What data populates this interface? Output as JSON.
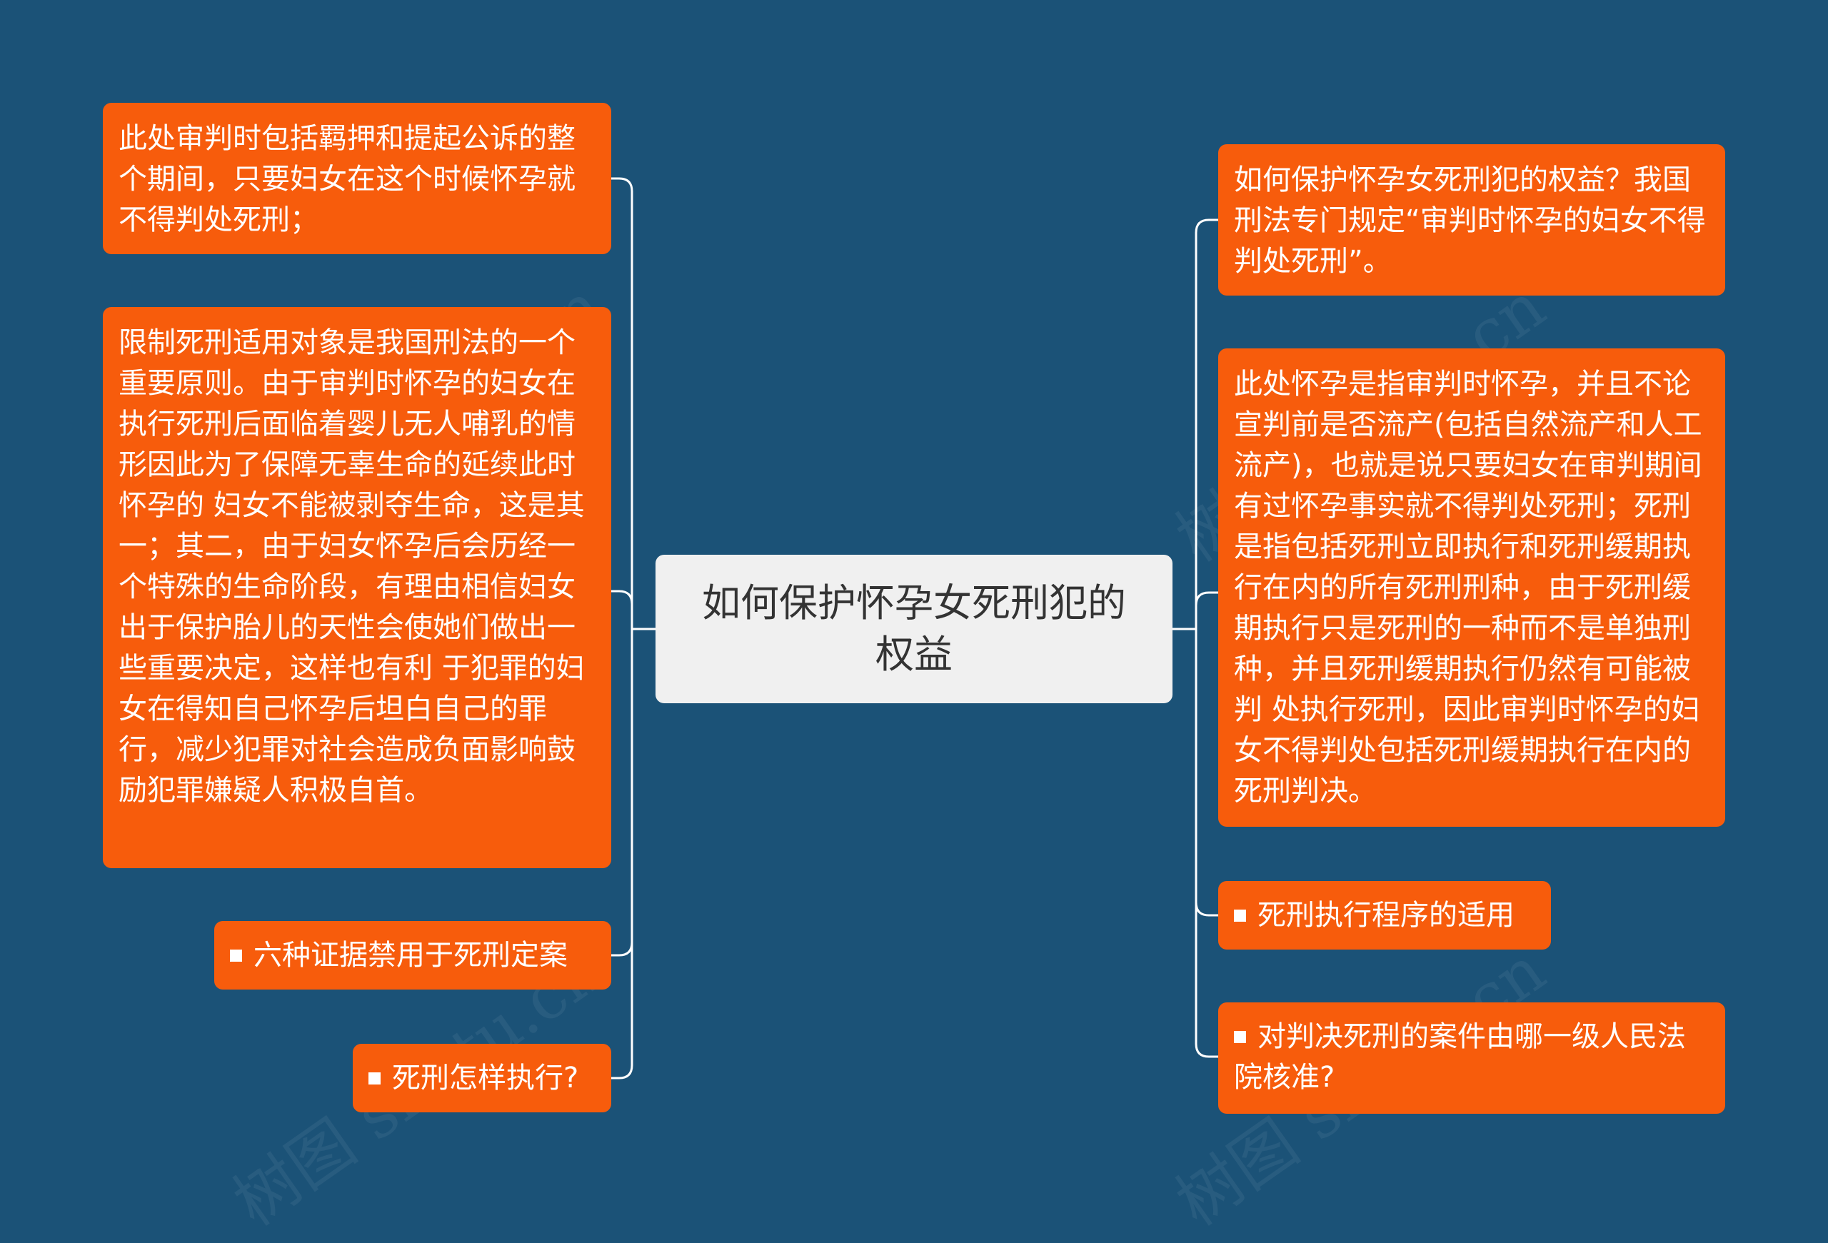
{
  "center": {
    "title": "如何保护怀孕女死刑犯的权益"
  },
  "left_nodes": [
    {
      "text": "此处审判时包括羁押和提起公诉的整个期间，只要妇女在这个时候怀孕就不得判处死刑；"
    },
    {
      "text": "限制死刑适用对象是我国刑法的一个重要原则。由于审判时怀孕的妇女在执行死刑后面临着婴儿无人哺乳的情形因此为了保障无辜生命的延续此时怀孕的 妇女不能被剥夺生命，这是其一；其二，由于妇女怀孕后会历经一个特殊的生命阶段，有理由相信妇女出于保护胎儿的天性会使她们做出一些重要决定，这样也有利 于犯罪的妇女在得知自己怀孕后坦白自己的罪行，减少犯罪对社会造成负面影响鼓励犯罪嫌疑人积极自首。"
    },
    {
      "text": "六种证据禁用于死刑定案"
    },
    {
      "text": "死刑怎样执行?"
    }
  ],
  "right_nodes": [
    {
      "text": "如何保护怀孕女死刑犯的权益？我国刑法专门规定“审判时怀孕的妇女不得判处死刑”。"
    },
    {
      "text": "此处怀孕是指审判时怀孕，并且不论宣判前是否流产(包括自然流产和人工流产)，也就是说只要妇女在审判期间有过怀孕事实就不得判处死刑；死刑是指包括死刑立即执行和死刑缓期执行在内的所有死刑刑种，由于死刑缓期执行只是死刑的一种而不是单独刑种，并且死刑缓期执行仍然有可能被判 处执行死刑，因此审判时怀孕的妇女不得判处包括死刑缓期执行在内的死刑判决。"
    },
    {
      "text": "死刑执行程序的适用"
    },
    {
      "text": "对判决死刑的案件由哪一级人民法院核准?"
    }
  ],
  "watermark": {
    "text": "树图 shutu.cn"
  },
  "colors": {
    "background": "#1b5277",
    "node": "#f75c0c",
    "center": "#f0f0f0",
    "line": "#ffffff"
  }
}
